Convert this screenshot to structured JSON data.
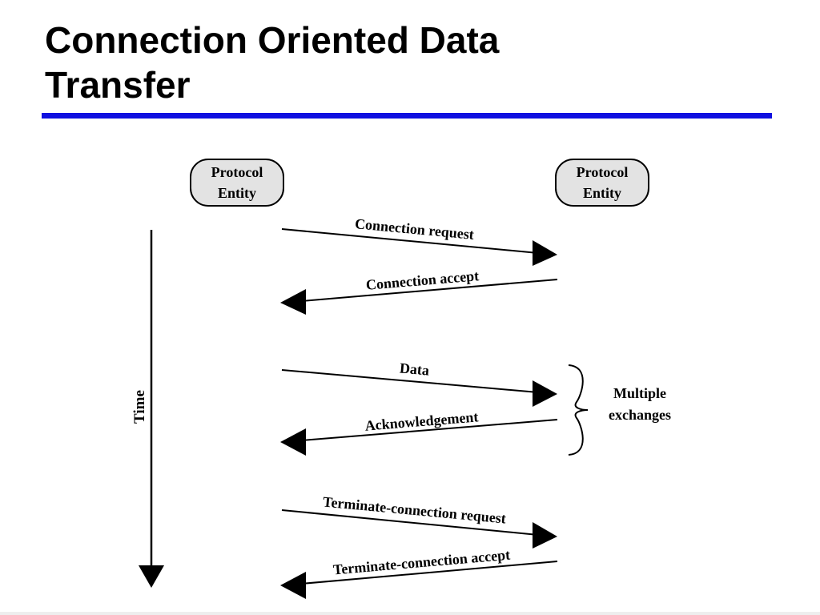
{
  "slide": {
    "title_line1": "Connection Oriented Data",
    "title_line2": "Transfer",
    "accent_color": "#1010e0"
  },
  "diagram": {
    "left_entity": {
      "line1": "Protocol",
      "line2": "Entity"
    },
    "right_entity": {
      "line1": "Protocol",
      "line2": "Entity"
    },
    "time_label": "Time",
    "messages": [
      {
        "label": "Connection request",
        "direction": "right"
      },
      {
        "label": "Connection accept",
        "direction": "left"
      },
      {
        "label": "Data",
        "direction": "right"
      },
      {
        "label": "Acknowledgement",
        "direction": "left"
      },
      {
        "label": "Terminate-connection request",
        "direction": "right"
      },
      {
        "label": "Terminate-connection accept",
        "direction": "left"
      }
    ],
    "brace_label_line1": "Multiple",
    "brace_label_line2": "exchanges"
  }
}
